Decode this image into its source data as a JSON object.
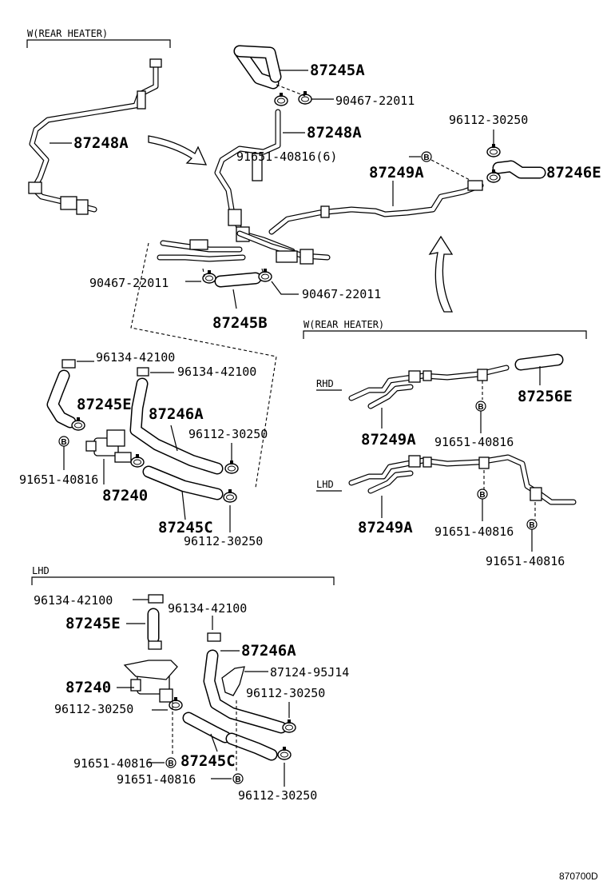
{
  "sections": {
    "rear_heater_top": "W(REAR HEATER)",
    "rear_heater_right": "W(REAR HEATER)",
    "rhd": "RHD",
    "lhd_right": "LHD",
    "lhd_bottom": "LHD"
  },
  "labels": {
    "p87245A": "87245A",
    "c90467_top": "90467-22011",
    "p87248A_top": "87248A",
    "p87248A_left": "87248A",
    "c96112_top": "96112-30250",
    "b91651_6": "91651-40816(6)",
    "p87246E": "87246E",
    "p87249A_top": "87249A",
    "c90467_left": "90467-22011",
    "c90467_right": "90467-22011",
    "p87245B": "87245B",
    "c96134_a": "96134-42100",
    "c96134_b": "96134-42100",
    "p87245E_mid": "87245E",
    "p87246A_mid": "87246A",
    "c96112_mid_a": "96112-30250",
    "b91651_mid": "91651-40816",
    "p87240_mid": "87240",
    "p87245C_mid": "87245C",
    "c96112_mid_b": "96112-30250",
    "p87256E": "87256E",
    "p87249A_rhd": "87249A",
    "b91651_rhd": "91651-40816",
    "p87249A_lhd": "87249A",
    "b91651_lhd_a": "91651-40816",
    "b91651_lhd_b": "91651-40816",
    "c96134_lhd_a": "96134-42100",
    "c96134_lhd_b": "96134-42100",
    "p87245E_lhd": "87245E",
    "p87246A_lhd": "87246A",
    "p87124": "87124-95J14",
    "p87240_lhd": "87240",
    "c96112_lhd_a": "96112-30250",
    "c96112_lhd_b": "96112-30250",
    "b91651_lhd_c": "91651-40816",
    "p87245C_lhd": "87245C",
    "b91651_lhd_d": "91651-40816",
    "c96112_lhd_c": "96112-30250",
    "bolt_symbol": "B"
  },
  "footer": {
    "code": "870700D"
  }
}
